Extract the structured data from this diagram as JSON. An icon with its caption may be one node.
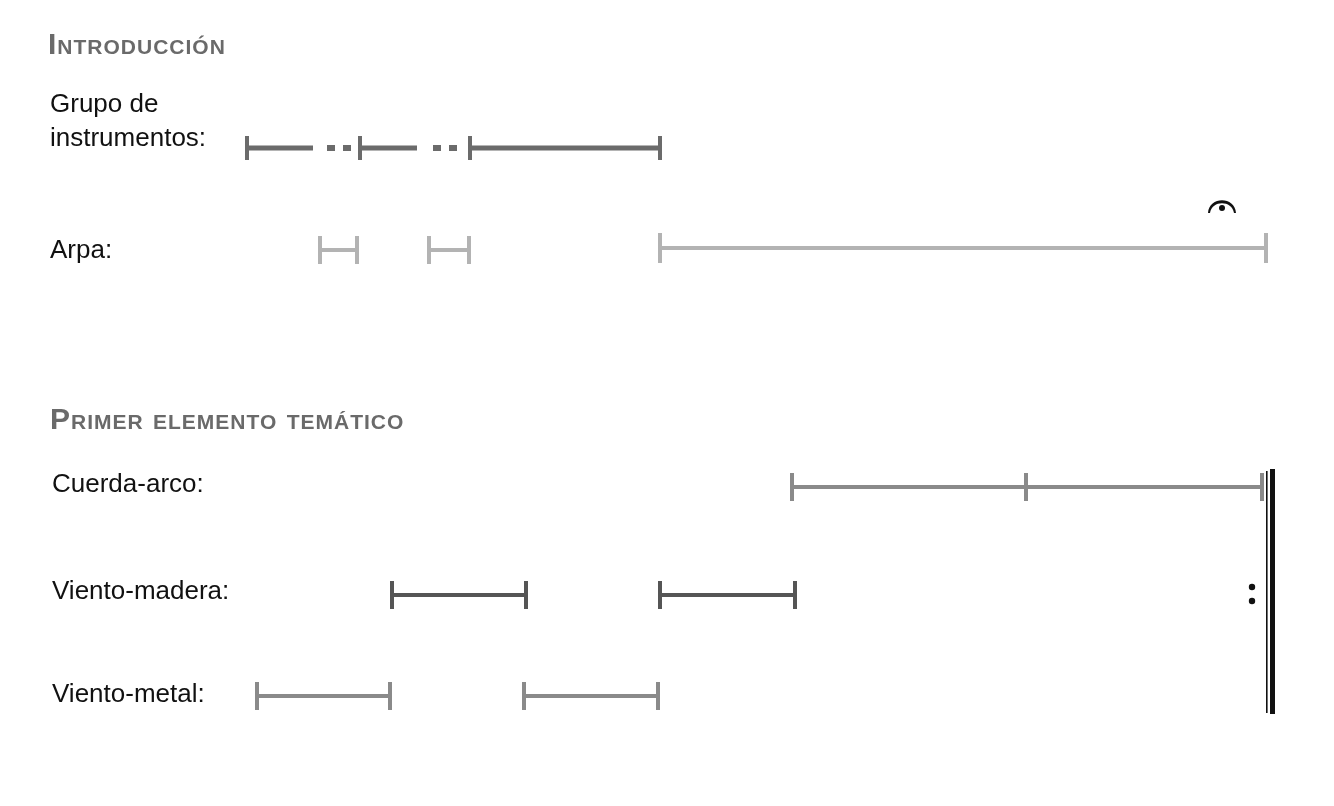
{
  "diagram": {
    "nodes": [
      {
        "text": [],
        "shape": "bar"
      },
      {
        "text": [],
        "shape": "bar"
      },
      {
        "text": [],
        "shape": "bar"
      },
      {
        "text": [],
        "shape": "bar"
      },
      {
        "text": [],
        "shape": "bar"
      },
      {
        "text": [],
        "shape": "bar"
      },
      {
        "text": [],
        "shape": "bar"
      },
      {
        "text": [],
        "shape": "bar"
      },
      {
        "text": [],
        "shape": "bar"
      },
      {
        "text": [],
        "shape": "bar"
      },
      {
        "text": [],
        "shape": "bar"
      },
      {
        "text": [],
        "shape": "bar"
      }
    ],
    "labels": [
      "Introducción",
      "Grupo de instrumentos:",
      "Arpa:",
      "Primer elemento temático",
      "Cuerda-arco:",
      "Viento-madera:",
      "Viento-metal:"
    ]
  }
}
